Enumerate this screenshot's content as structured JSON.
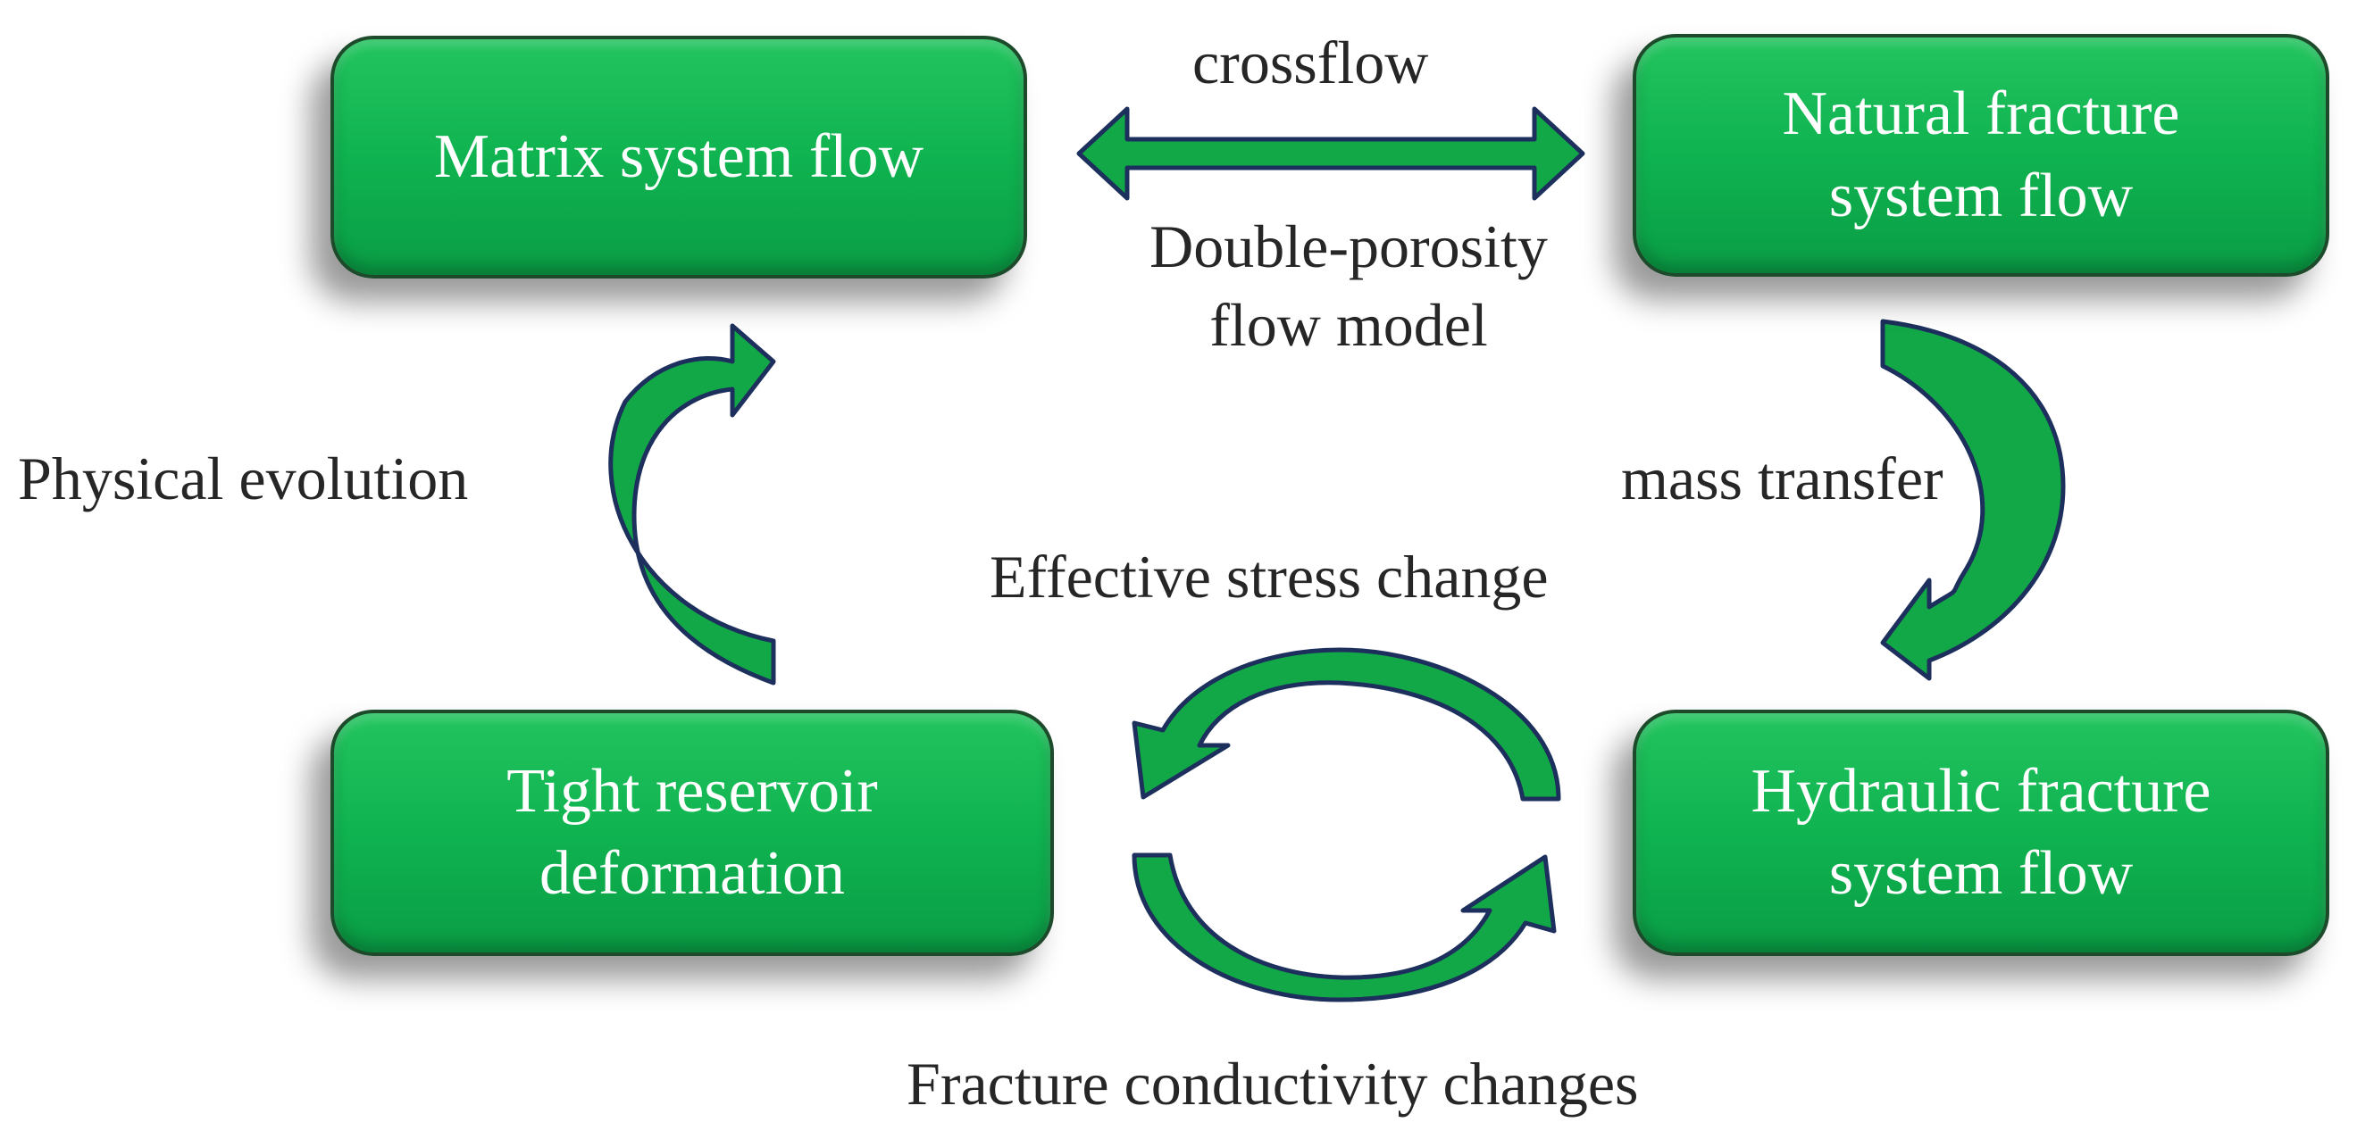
{
  "nodes": {
    "matrix": "Matrix system flow",
    "natural": "Natural fracture\nsystem flow",
    "tight": "Tight reservoir\ndeformation",
    "hydraulic": "Hydraulic fracture\nsystem flow"
  },
  "labels": {
    "crossflow": "crossflow",
    "double_porosity": "Double-porosity\nflow model",
    "physical_evolution": "Physical evolution",
    "mass_transfer": "mass transfer",
    "effective_stress": "Effective stress change",
    "fracture_conductivity": "Fracture conductivity changes"
  },
  "colors": {
    "box_fill": "#0fb350",
    "arrow_fill": "#12a848",
    "arrow_outline": "#1d2f5c"
  }
}
